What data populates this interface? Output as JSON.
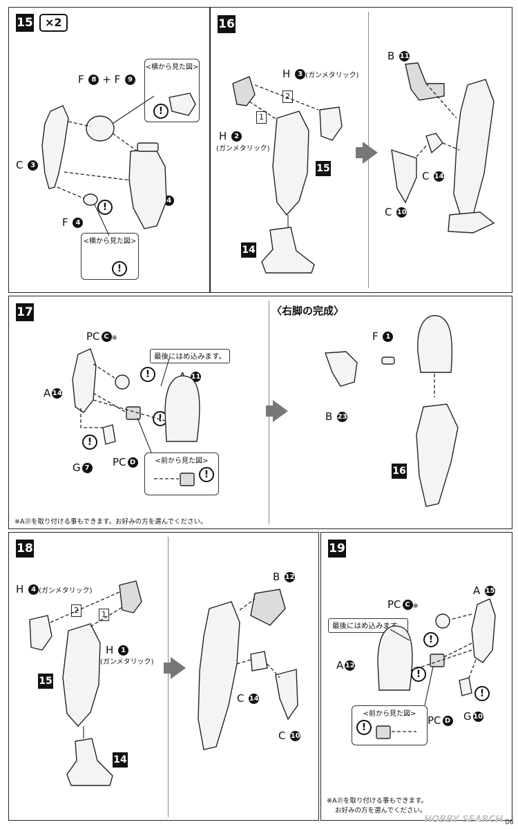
{
  "steps": {
    "s15": {
      "num": "15",
      "times": "×2",
      "f8f9": {
        "pre": "F",
        "a": "8",
        "plus": "+ F",
        "b": "9"
      },
      "c3": {
        "pre": "C",
        "n": "3"
      },
      "c4": {
        "pre": "C",
        "n": "4"
      },
      "f4": {
        "pre": "F",
        "n": "4"
      },
      "side_view": "<横から見た図>",
      "side_view2": "<横から見た図>"
    },
    "s16": {
      "num": "16",
      "h3": {
        "pre": "H",
        "n": "3",
        "suf": "(ガンメタリック)"
      },
      "h2": {
        "pre": "H",
        "n": "2",
        "suf": "(ガンメタリック)"
      },
      "step_ref": "15",
      "leg_ref": "14",
      "order1": "1",
      "order2": "2",
      "b11": {
        "pre": "B",
        "n": "11"
      },
      "c14": {
        "pre": "C",
        "n": "14"
      },
      "c10": {
        "pre": "C",
        "n": "10"
      }
    },
    "s17": {
      "num": "17",
      "pcc": {
        "pre": "PC",
        "n": "C",
        "mark": "※"
      },
      "a14": {
        "pre": "A",
        "n": "14"
      },
      "a11": {
        "pre": "A",
        "n": "11"
      },
      "g7": {
        "pre": "G",
        "n": "7"
      },
      "pcd": {
        "pre": "PC",
        "n": "D"
      },
      "last_fit": "最後にはめ込みます。",
      "front_view": "<前から見た図>",
      "note": "※A㉑を取り付ける事もできます。お好みの方を選んでください。"
    },
    "done": {
      "title": "〈右脚の完成〉",
      "f1": {
        "pre": "F",
        "n": "1"
      },
      "b23": {
        "pre": "B",
        "n": "23"
      },
      "ref16": "16"
    },
    "s18": {
      "num": "18",
      "h4": {
        "pre": "H",
        "n": "4",
        "suf": "(ガンメタリック)"
      },
      "h1": {
        "pre": "H",
        "n": "1",
        "suf": "(ガンメタリック)"
      },
      "ref15": "15",
      "ref14": "14",
      "order1": "1",
      "order2": "2",
      "b12": {
        "pre": "B",
        "n": "12"
      },
      "c14": {
        "pre": "C",
        "n": "14"
      },
      "c10": {
        "pre": "C",
        "n": "10"
      }
    },
    "s19": {
      "num": "19",
      "a15": {
        "pre": "A",
        "n": "15"
      },
      "pcc": {
        "pre": "PC",
        "n": "C",
        "mark": "※"
      },
      "a12": {
        "pre": "A",
        "n": "12"
      },
      "g10": {
        "pre": "G",
        "n": "10"
      },
      "pcd": {
        "pre": "PC",
        "n": "D"
      },
      "last_fit": "最後にはめ込みます。",
      "front_view": "<前から見た図>",
      "note1": "※A㉑を取り付ける事もできます。",
      "note2": "お好みの方を選んでください。"
    }
  },
  "warn_glyph": "!",
  "watermark": "HOBBY SEARCH",
  "page_number": "06",
  "icons": [
    "warning-icon",
    "arrow-right-icon"
  ]
}
